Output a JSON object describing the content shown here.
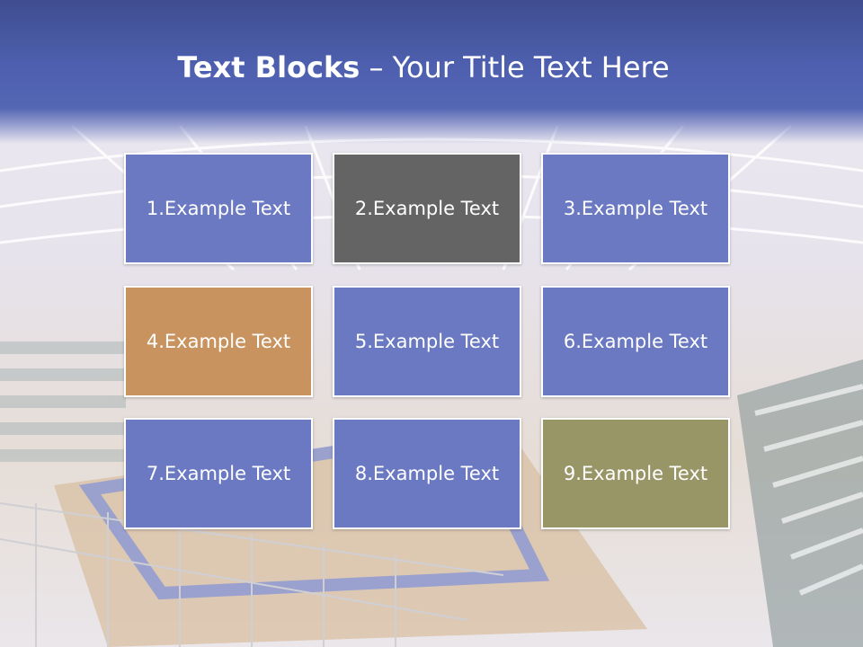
{
  "title": {
    "bold_part": "Text Blocks",
    "rest_part": " – Your Title Text Here"
  },
  "blocks": [
    {
      "label": "1.Example Text",
      "color": "#6a79c2"
    },
    {
      "label": "2.Example Text",
      "color": "#646464"
    },
    {
      "label": "3.Example Text",
      "color": "#6a79c2"
    },
    {
      "label": "4.Example Text",
      "color": "#c8935e"
    },
    {
      "label": "5.Example Text",
      "color": "#6a79c2"
    },
    {
      "label": "6.Example Text",
      "color": "#6a79c2"
    },
    {
      "label": "7.Example Text",
      "color": "#6a79c2"
    },
    {
      "label": "8.Example Text",
      "color": "#6a79c2"
    },
    {
      "label": "9.Example Text",
      "color": "#989667"
    }
  ],
  "colors": {
    "header": "#4d5fae",
    "block_border": "#ffffff",
    "text": "#ffffff"
  }
}
